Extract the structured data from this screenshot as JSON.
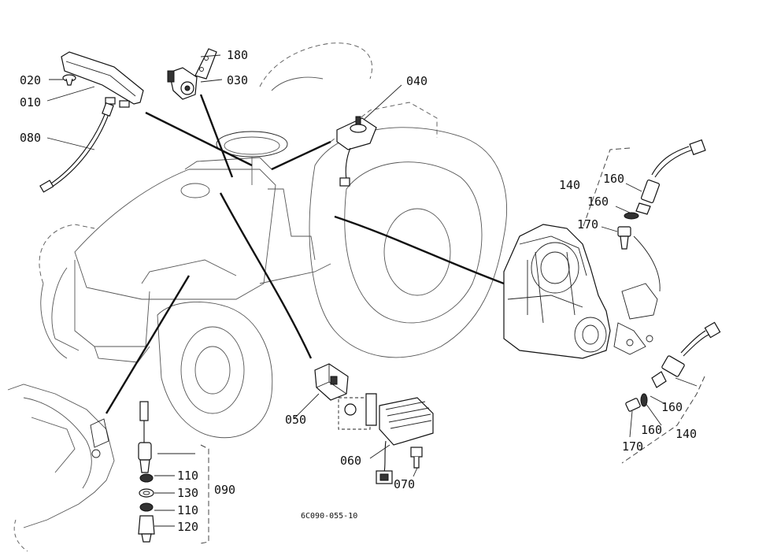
{
  "diagram_code": "6C090-055-10",
  "callouts": {
    "p010": "010",
    "p020": "020",
    "p030": "030",
    "p040": "040",
    "p050": "050",
    "p060": "060",
    "p070": "070",
    "p080": "080",
    "p090": "090",
    "p110a": "110",
    "p110b": "110",
    "p120": "120",
    "p130": "130",
    "p140a": "140",
    "p140b": "140",
    "p160a": "160",
    "p160b": "160",
    "p160c": "160",
    "p160d": "160",
    "p170a": "170",
    "p170b": "170",
    "p180": "180"
  }
}
